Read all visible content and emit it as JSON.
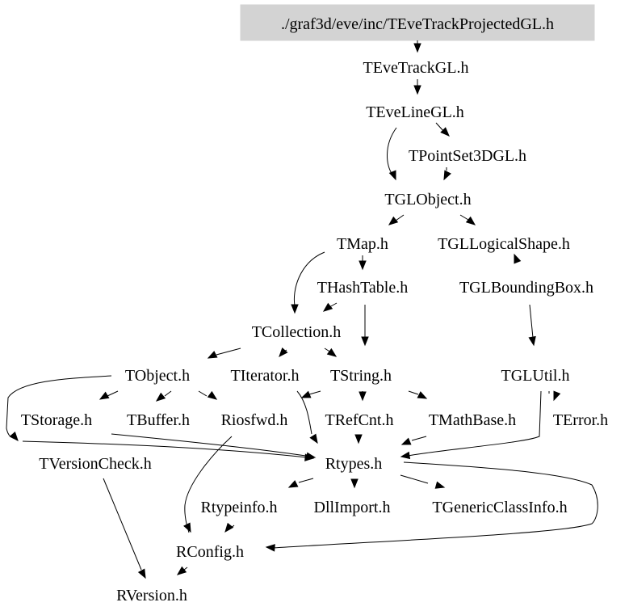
{
  "graph": {
    "title": "./graf3d/eve/inc/TEveTrackProjectedGL.h",
    "root_fill": "#d3d3d3",
    "nodes": [
      {
        "id": "root",
        "label": "./graf3d/eve/inc/TEveTrackProjectedGL.h"
      },
      {
        "id": "TEveTrackGL",
        "label": "TEveTrackGL.h"
      },
      {
        "id": "TEveLineGL",
        "label": "TEveLineGL.h"
      },
      {
        "id": "TPointSet3DGL",
        "label": "TPointSet3DGL.h"
      },
      {
        "id": "TGLObject",
        "label": "TGLObject.h"
      },
      {
        "id": "TMap",
        "label": "TMap.h"
      },
      {
        "id": "TGLLogicalShape",
        "label": "TGLLogicalShape.h"
      },
      {
        "id": "THashTable",
        "label": "THashTable.h"
      },
      {
        "id": "TGLBoundingBox",
        "label": "TGLBoundingBox.h"
      },
      {
        "id": "TCollection",
        "label": "TCollection.h"
      },
      {
        "id": "TObject",
        "label": "TObject.h"
      },
      {
        "id": "TIterator",
        "label": "TIterator.h"
      },
      {
        "id": "TString",
        "label": "TString.h"
      },
      {
        "id": "TGLUtil",
        "label": "TGLUtil.h"
      },
      {
        "id": "TStorage",
        "label": "TStorage.h"
      },
      {
        "id": "TBuffer",
        "label": "TBuffer.h"
      },
      {
        "id": "Riosfwd",
        "label": "Riosfwd.h"
      },
      {
        "id": "TRefCnt",
        "label": "TRefCnt.h"
      },
      {
        "id": "TMathBase",
        "label": "TMathBase.h"
      },
      {
        "id": "TError",
        "label": "TError.h"
      },
      {
        "id": "TVersionCheck",
        "label": "TVersionCheck.h"
      },
      {
        "id": "Rtypes",
        "label": "Rtypes.h"
      },
      {
        "id": "Rtypeinfo",
        "label": "Rtypeinfo.h"
      },
      {
        "id": "DllImport",
        "label": "DllImport.h"
      },
      {
        "id": "TGenericClassInfo",
        "label": "TGenericClassInfo.h"
      },
      {
        "id": "RConfig",
        "label": "RConfig.h"
      },
      {
        "id": "RVersion",
        "label": "RVersion.h"
      }
    ],
    "edges": [
      {
        "from": "root",
        "to": "TEveTrackGL"
      },
      {
        "from": "TEveTrackGL",
        "to": "TEveLineGL"
      },
      {
        "from": "TEveLineGL",
        "to": "TPointSet3DGL"
      },
      {
        "from": "TEveLineGL",
        "to": "TGLObject"
      },
      {
        "from": "TPointSet3DGL",
        "to": "TGLObject"
      },
      {
        "from": "TGLObject",
        "to": "TMap"
      },
      {
        "from": "TGLObject",
        "to": "TGLLogicalShape"
      },
      {
        "from": "TMap",
        "to": "THashTable"
      },
      {
        "from": "TMap",
        "to": "TCollection"
      },
      {
        "from": "TGLLogicalShape",
        "to": "TGLBoundingBox"
      },
      {
        "from": "THashTable",
        "to": "TCollection"
      },
      {
        "from": "THashTable",
        "to": "TString"
      },
      {
        "from": "TGLBoundingBox",
        "to": "TGLUtil"
      },
      {
        "from": "TCollection",
        "to": "TObject"
      },
      {
        "from": "TCollection",
        "to": "TIterator"
      },
      {
        "from": "TCollection",
        "to": "TString"
      },
      {
        "from": "TObject",
        "to": "TStorage"
      },
      {
        "from": "TObject",
        "to": "TBuffer"
      },
      {
        "from": "TObject",
        "to": "Riosfwd"
      },
      {
        "from": "TObject",
        "to": "TVersionCheck"
      },
      {
        "from": "TObject",
        "to": "Rtypes"
      },
      {
        "from": "TString",
        "to": "TRefCnt"
      },
      {
        "from": "TString",
        "to": "TMathBase"
      },
      {
        "from": "TString",
        "to": "Rtypes"
      },
      {
        "from": "TString",
        "to": "Riosfwd"
      },
      {
        "from": "TGLUtil",
        "to": "TError"
      },
      {
        "from": "TGLUtil",
        "to": "Rtypes"
      },
      {
        "from": "TStorage",
        "to": "Rtypes"
      },
      {
        "from": "Riosfwd",
        "to": "RConfig"
      },
      {
        "from": "TRefCnt",
        "to": "Rtypes"
      },
      {
        "from": "TMathBase",
        "to": "Rtypes"
      },
      {
        "from": "TVersionCheck",
        "to": "RVersion"
      },
      {
        "from": "Rtypes",
        "to": "Rtypeinfo"
      },
      {
        "from": "Rtypes",
        "to": "DllImport"
      },
      {
        "from": "Rtypes",
        "to": "TGenericClassInfo"
      },
      {
        "from": "Rtypes",
        "to": "RConfig"
      },
      {
        "from": "Rtypeinfo",
        "to": "RConfig"
      },
      {
        "from": "RConfig",
        "to": "RVersion"
      }
    ]
  }
}
